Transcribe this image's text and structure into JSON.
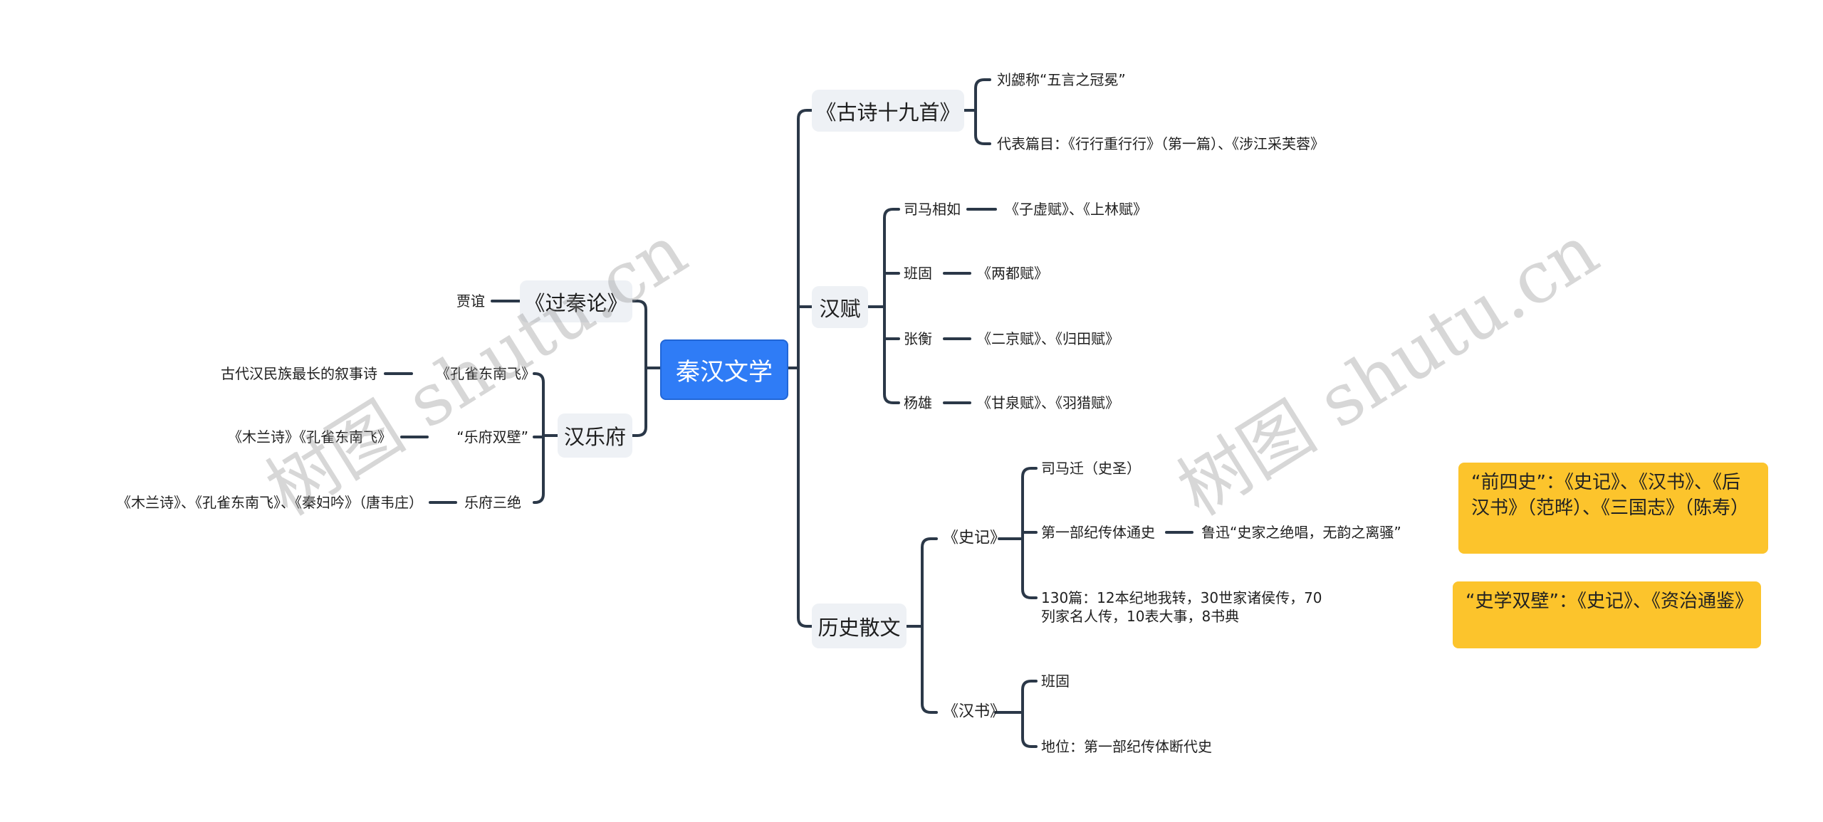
{
  "root": "秦汉文学",
  "right": {
    "gushi": {
      "label": "《古诗十九首》",
      "children": [
        "刘勰称“五言之冠冕”",
        "代表篇目：《行行重行行》（第一篇）、《涉江采芙蓉》"
      ]
    },
    "hanfu": {
      "label": "汉赋",
      "children": [
        {
          "author": "司马相如",
          "works": "《子虚赋》、《上林赋》"
        },
        {
          "author": "班固",
          "works": "《两都赋》"
        },
        {
          "author": "张衡",
          "works": "《二京赋》、《归田赋》"
        },
        {
          "author": "杨雄",
          "works": "《甘泉赋》、《羽猎赋》"
        }
      ]
    },
    "lishi": {
      "label": "历史散文",
      "shiji": {
        "label": "《史记》",
        "children": [
          "司马迁（史圣）",
          "第一部纪传体通史",
          "130篇：12本纪地我转，30世家诸侯传，70",
          "列家名人传，10表大事，8书典"
        ],
        "luxun": "鲁迅“史家之绝唱，无韵之离骚”"
      },
      "hanshu": {
        "label": "《汉书》",
        "children": [
          "班固",
          "地位：第一部纪传体断代史"
        ]
      }
    }
  },
  "left": {
    "guoqin": {
      "label": "《过秦论》",
      "author": "贾谊"
    },
    "yuefu": {
      "label": "汉乐府",
      "children": [
        {
          "label": "《孔雀东南飞》",
          "note": "古代汉民族最长的叙事诗"
        },
        {
          "label": "“乐府双壁”",
          "note": "《木兰诗》《孔雀东南飞》"
        },
        {
          "label": "乐府三绝",
          "note": "《木兰诗》、《孔雀东南飞》、《秦妇吟》（唐韦庄）"
        }
      ]
    }
  },
  "notes": [
    "“前四史”：《史记》、《汉书》、《后汉书》（范晔）、《三国志》（陈寿）",
    "“史学双壁”：《史记》、《资治通鉴》"
  ],
  "watermark": "树图 shutu.cn"
}
